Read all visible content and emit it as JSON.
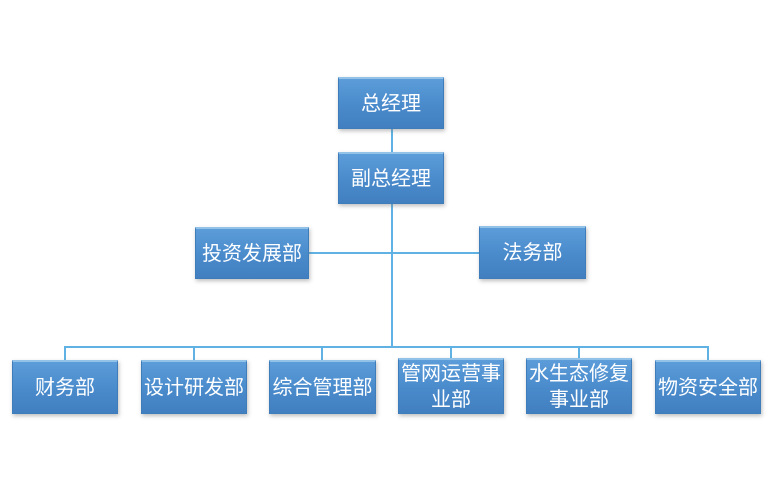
{
  "diagram": {
    "type": "org-chart",
    "background_color": "#ffffff",
    "node_fill_top_color": "#5c9cd9",
    "node_fill_bottom_color": "#417fc0",
    "node_highlight_border_color": "#93c2e8",
    "node_text_color": "#ffffff",
    "connector_color": "#5fb2e3",
    "nodes": [
      {
        "id": "general-manager",
        "label": "总经理"
      },
      {
        "id": "deputy-general-manager",
        "label": "副总经理"
      },
      {
        "id": "investment-development-dept",
        "label": "投资发展部"
      },
      {
        "id": "legal-dept",
        "label": "法务部"
      },
      {
        "id": "finance-dept",
        "label": "财务部"
      },
      {
        "id": "design-rd-dept",
        "label": "设计研发部"
      },
      {
        "id": "general-admin-dept",
        "label": "综合管理部"
      },
      {
        "id": "pipe-network-operations-division",
        "label": "管网运营事\n业部"
      },
      {
        "id": "water-ecology-restoration-division",
        "label": "水生态修复\n事业部"
      },
      {
        "id": "materials-safety-dept",
        "label": "物资安全部"
      }
    ],
    "edges": [
      {
        "from": "general-manager",
        "to": "deputy-general-manager"
      },
      {
        "from": "deputy-general-manager",
        "to": "investment-development-dept"
      },
      {
        "from": "deputy-general-manager",
        "to": "legal-dept"
      },
      {
        "from": "deputy-general-manager",
        "to": "finance-dept"
      },
      {
        "from": "deputy-general-manager",
        "to": "design-rd-dept"
      },
      {
        "from": "deputy-general-manager",
        "to": "general-admin-dept"
      },
      {
        "from": "deputy-general-manager",
        "to": "pipe-network-operations-division"
      },
      {
        "from": "deputy-general-manager",
        "to": "water-ecology-restoration-division"
      },
      {
        "from": "deputy-general-manager",
        "to": "materials-safety-dept"
      }
    ]
  }
}
